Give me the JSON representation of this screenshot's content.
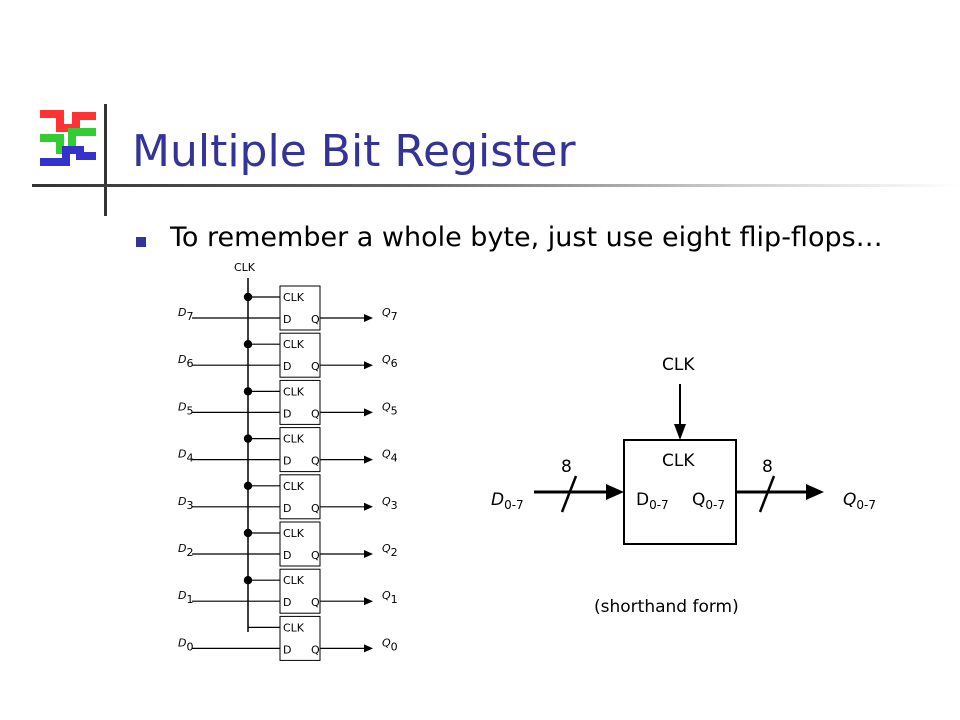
{
  "slide": {
    "title": "Multiple Bit Register",
    "bullet": "To remember a whole byte, just use eight flip-flops…"
  },
  "colors": {
    "title": "#333399",
    "bullet": "#333399",
    "logo_red": "#ff3333",
    "logo_green": "#33cc33",
    "logo_blue": "#3333cc"
  },
  "register": {
    "clock_label": "CLK",
    "flipflop_clk_label": "CLK",
    "flipflop_d_label": "D",
    "flipflop_q_label": "Q",
    "input_letter": "D",
    "output_letter": "Q",
    "bits": [
      "7",
      "6",
      "5",
      "4",
      "3",
      "2",
      "1",
      "0"
    ]
  },
  "shorthand": {
    "clock_label": "CLK",
    "box_clk_label": "CLK",
    "input_letter": "D",
    "input_subscript": "0-7",
    "box_d_letter": "D",
    "box_d_subscript": "0-7",
    "box_q_letter": "Q",
    "box_q_subscript": "0-7",
    "output_letter": "Q",
    "output_subscript": "0-7",
    "input_width": "8",
    "output_width": "8",
    "caption": "(shorthand form)"
  }
}
